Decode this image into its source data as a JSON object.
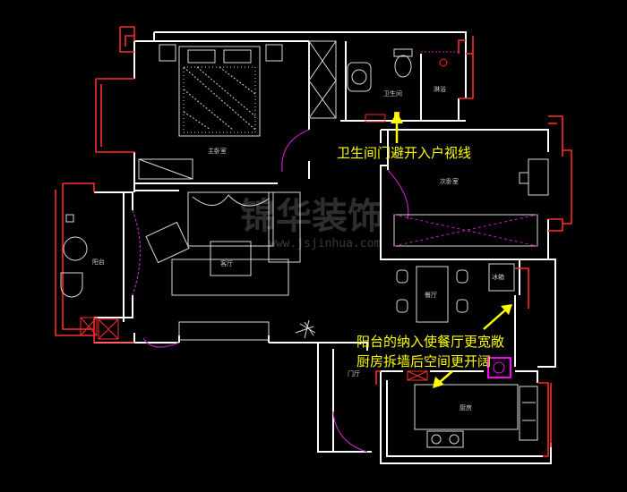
{
  "colors": {
    "background": "#000000",
    "wall": "#ffffff",
    "window": "#ff2a2a",
    "furniture": "#d8d8d8",
    "door_arc": "#c020c0",
    "annotation": "#ffff00",
    "fixture_highlight": "#ff00ff"
  },
  "rooms": {
    "master_bedroom": "主卧室",
    "second_bedroom": "次卧室",
    "bathroom": "卫生间",
    "shower": "淋浴",
    "balcony": "阳台",
    "living_room": "客厅",
    "dining_room": "餐厅",
    "fridge": "冰箱",
    "entrance": "门厅",
    "kitchen": "厨房"
  },
  "annotations": {
    "bathroom_door": "卫生间门避开入户视线",
    "balcony_dining": "阳台的纳入使餐厅更宽敞",
    "kitchen_wall": "厨房拆墙后空间更开阔"
  },
  "watermark": {
    "brand": "锦华装饰",
    "url": "www.jsjinhua.com"
  },
  "icons": [
    "arrow-up-icon",
    "arrow-diagonal-icon",
    "bed-icon",
    "sofa-icon",
    "table-icon",
    "toilet-icon",
    "sink-icon",
    "stove-icon",
    "plant-icon"
  ]
}
